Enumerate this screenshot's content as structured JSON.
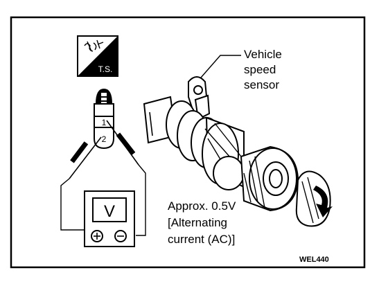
{
  "badge": {
    "text": "T.S."
  },
  "callout": {
    "line1": "Vehicle",
    "line2": "speed",
    "line3": "sensor"
  },
  "connector": {
    "pin1": "1",
    "pin2": "2"
  },
  "voltmeter": {
    "display": "V"
  },
  "measurement": {
    "line1": "Approx. 0.5V",
    "line2": "[Alternating",
    "line3": "current (AC)]"
  },
  "figure_code": "WEL440",
  "icons": {
    "badge": "tech-service-icon",
    "plus": "plus-terminal-icon",
    "minus": "minus-terminal-icon"
  }
}
